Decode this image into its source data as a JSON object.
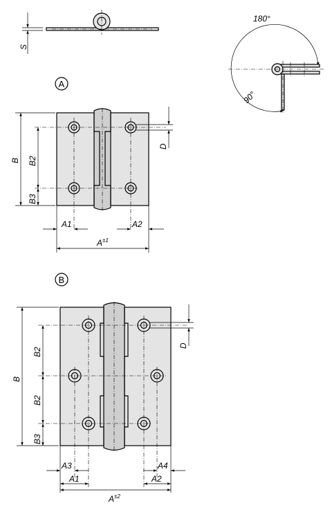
{
  "labels": {
    "s": "S",
    "angle_180": "180°",
    "angle_90": "90°",
    "version_a": "A",
    "version_b": "B",
    "a_b": "B",
    "a_b2": "B2",
    "a_b3": "B3",
    "a_d": "D",
    "a_a1": "A1",
    "a_a2": "A2",
    "a_a": "A",
    "a_a_tol": "±1",
    "b_b": "B",
    "b_b2_top": "B2",
    "b_b2_bottom": "B2",
    "b_b3": "B3",
    "b_d": "D",
    "b_a3": "A3",
    "b_a4": "A4",
    "b_a1": "A1",
    "b_a2": "A2",
    "b_a": "A",
    "b_a_tol": "±2"
  },
  "colors": {
    "line": "#000000",
    "fill": "#e4e4e4",
    "knuckle": "#cfcfcf"
  }
}
